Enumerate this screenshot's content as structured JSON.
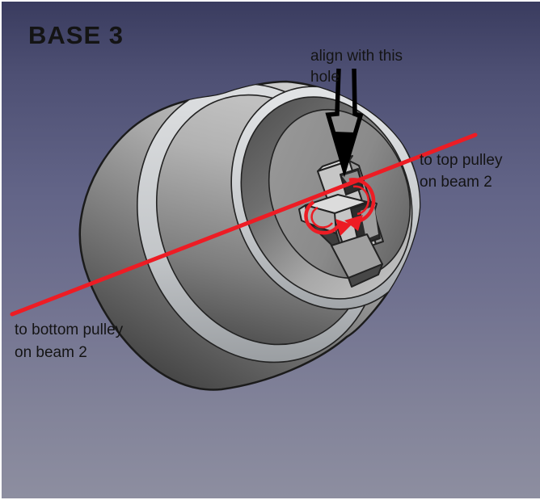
{
  "title": "BASE 3",
  "annotations": {
    "align_hole": {
      "line1": "align with this",
      "line2": "hole"
    },
    "top_pulley": {
      "line1": "to top pulley",
      "line2": "on beam 2"
    },
    "bottom_pulley": {
      "line1": "to bottom pulley",
      "line2": "on beam 2"
    }
  },
  "colors": {
    "annotation_red": "#ed1c24",
    "ink": "#141414",
    "bg_top": "#3a3c5f",
    "bg_bottom": "#8d8ea0"
  }
}
